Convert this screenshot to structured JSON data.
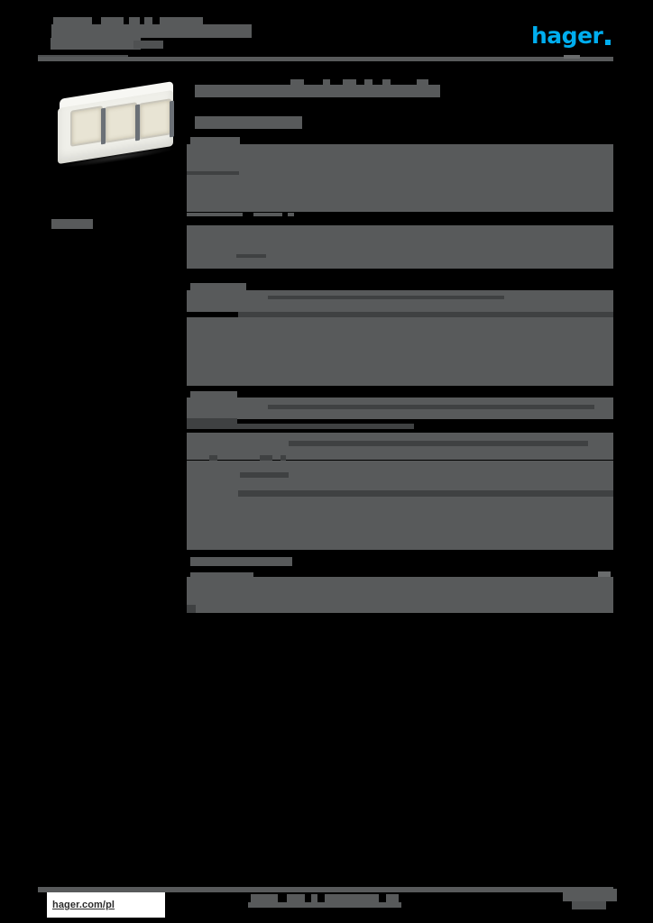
{
  "document": {
    "type": "product-datasheet",
    "background_color": "#000000",
    "redaction_color": "#585a5b"
  },
  "header": {
    "title_redacted": true,
    "subtitle_redacted": true,
    "logo_text": "hager",
    "logo_color": "#00aeef",
    "rule_color": "#585a5b"
  },
  "sidebar": {
    "product_image_alt": "white triple surface-mount electrical enclosure with transparent hinged covers",
    "reference_label_redacted": true
  },
  "main": {
    "page_title_redacted": true,
    "subtitle_redacted": true,
    "sections": [
      {
        "heading_redacted": true,
        "rows_redacted": 6
      },
      {
        "heading_redacted": true,
        "rows_redacted": 4
      },
      {
        "heading_redacted": true,
        "rows_redacted": 8
      },
      {
        "heading_redacted": true,
        "rows_redacted": 3
      },
      {
        "heading_redacted": true,
        "rows_redacted": 9
      },
      {
        "heading_redacted": true,
        "rows_redacted": 3
      }
    ]
  },
  "footer": {
    "url": "hager.com/pl",
    "center_text_redacted": true,
    "page_number_redacted": true,
    "rule_color": "#585a5b"
  }
}
